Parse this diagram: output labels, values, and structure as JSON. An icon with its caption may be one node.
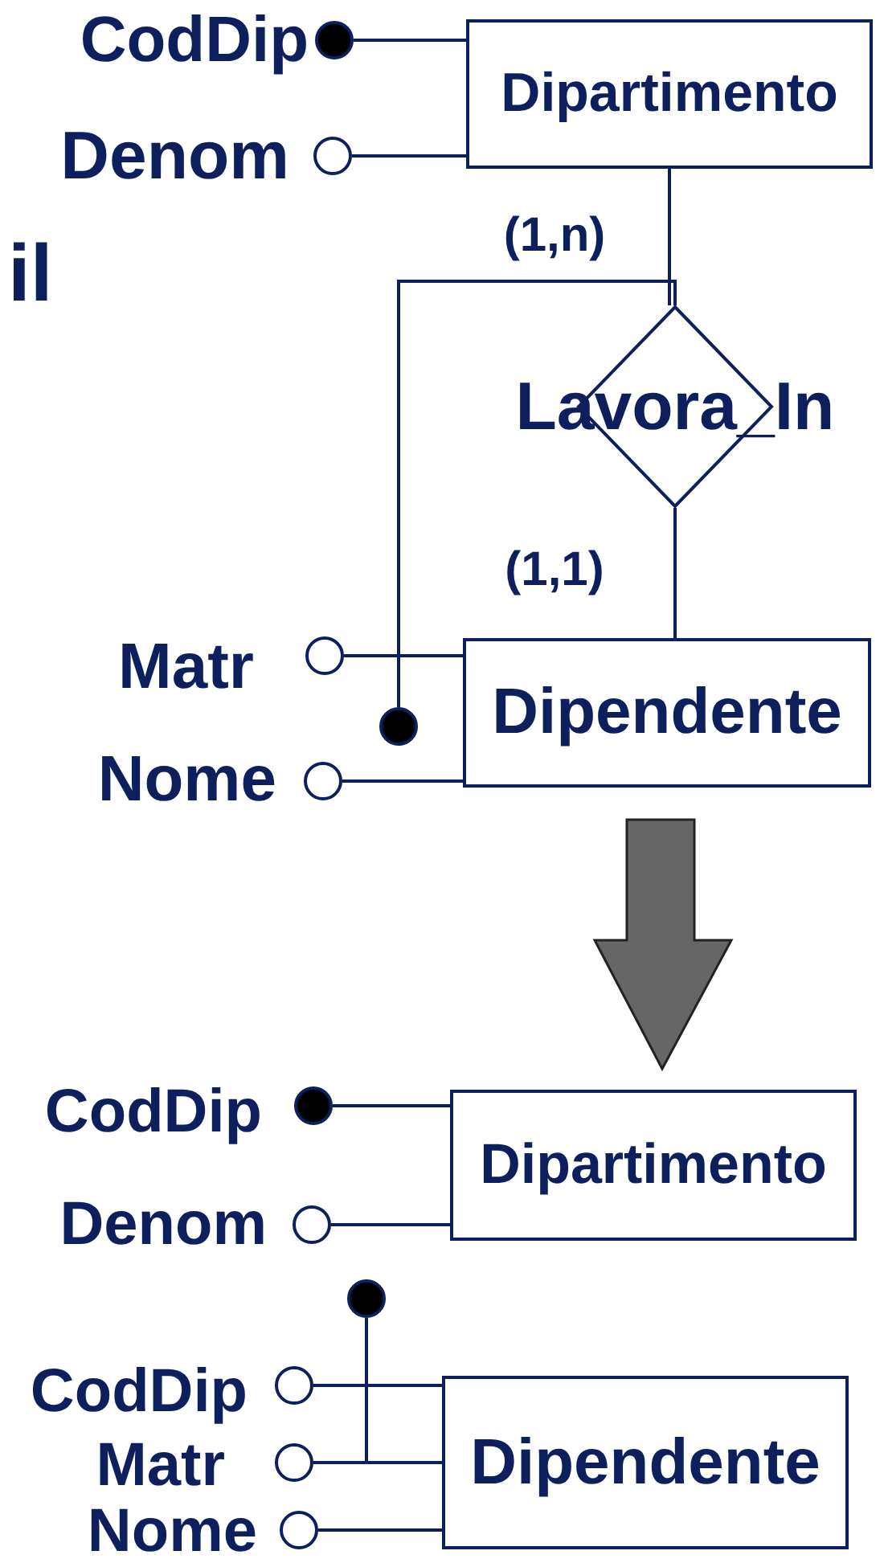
{
  "diagram": {
    "nodes": [
      {
        "text": [
          "Dipartimento"
        ]
      },
      {
        "text": [],
        "shape": "dot",
        "beside": [
          "CodDip"
        ]
      },
      {
        "text": [],
        "shape": "circle",
        "beside": [
          "Denom"
        ]
      },
      {
        "text": [
          "Lavora_In"
        ]
      },
      {
        "text": [
          "Dipendente"
        ]
      },
      {
        "text": [],
        "shape": "circle",
        "beside": [
          "Matr"
        ]
      },
      {
        "text": [],
        "shape": "circle",
        "beside": [
          "Nome"
        ]
      },
      {
        "text": [],
        "shape": "dot"
      },
      {
        "text": [
          "Dipartimento"
        ]
      },
      {
        "text": [],
        "shape": "dot",
        "beside": [
          "CodDip"
        ]
      },
      {
        "text": [],
        "shape": "circle",
        "beside": [
          "Denom"
        ]
      },
      {
        "text": [
          "Dipendente"
        ]
      },
      {
        "text": [],
        "shape": "circle",
        "beside": [
          "CodDip"
        ]
      },
      {
        "text": [],
        "shape": "circle",
        "beside": [
          "Matr"
        ]
      },
      {
        "text": [],
        "shape": "circle",
        "beside": [
          "Nome"
        ]
      },
      {
        "text": [],
        "shape": "dot"
      }
    ],
    "edges": [
      {
        "from": 1,
        "to": 0,
        "arrow": "none"
      },
      {
        "from": 2,
        "to": 0,
        "arrow": "none"
      },
      {
        "from": 0,
        "to": 3,
        "arrow": "none",
        "label": "(1,n)"
      },
      {
        "from": 3,
        "to": 4,
        "arrow": "none",
        "label": "(1,1)"
      },
      {
        "from": 5,
        "to": 4,
        "arrow": "none"
      },
      {
        "from": 6,
        "to": 4,
        "arrow": "none"
      },
      {
        "from": 7,
        "to": 5,
        "arrow": "none"
      },
      {
        "from": 7,
        "to": 3,
        "arrow": "none"
      },
      {
        "from": 9,
        "to": 8,
        "arrow": "none"
      },
      {
        "from": 10,
        "to": 8,
        "arrow": "none"
      },
      {
        "from": 12,
        "to": 11,
        "arrow": "none"
      },
      {
        "from": 13,
        "to": 11,
        "arrow": "none"
      },
      {
        "from": 14,
        "to": 11,
        "arrow": "none"
      },
      {
        "from": 15,
        "to": 12,
        "arrow": "none"
      },
      {
        "from": 15,
        "to": 13,
        "arrow": "none"
      },
      {
        "from": 4,
        "to": 8,
        "arrow": "to",
        "style": "thick",
        "color": "#666666"
      }
    ],
    "labels": [
      "il"
    ]
  }
}
